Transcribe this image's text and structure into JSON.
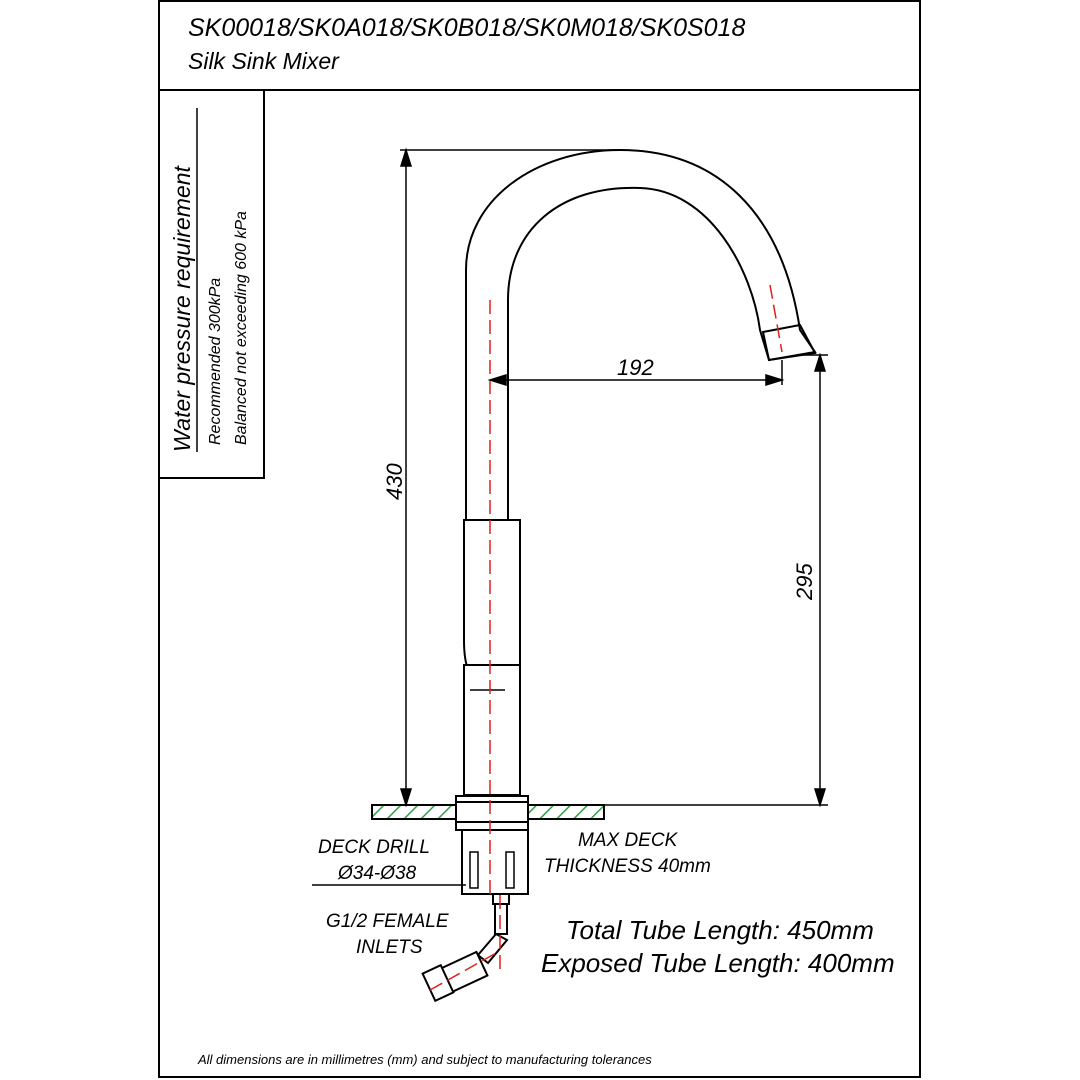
{
  "header": {
    "model_codes": "SK00018/SK0A018/SK0B018/SK0M018/SK0S018",
    "product_name": "Silk Sink Mixer"
  },
  "pressure_box": {
    "title": "Water pressure requirement",
    "line1": "Recommended 300kPa",
    "line2": "Balanced not exceeding 600 kPa"
  },
  "dimensions": {
    "overall_height": "430",
    "spout_reach": "192",
    "spout_height": "295"
  },
  "labels": {
    "deck_drill_title": "DECK DRILL",
    "deck_drill_value": "Ø34-Ø38",
    "max_deck_line1": "MAX DECK",
    "max_deck_line2": "THICKNESS 40mm",
    "inlets_line1": "G1/2 FEMALE",
    "inlets_line2": "INLETS"
  },
  "tube_info": {
    "total": "Total Tube Length: 450mm",
    "exposed": "Exposed Tube Length: 400mm"
  },
  "footer": {
    "note": "All dimensions are in millimetres (mm) and subject to manufacturing tolerances"
  },
  "colors": {
    "line": "#000000",
    "centerline": "#e0201c",
    "deck_hatch": "#2ea043"
  }
}
